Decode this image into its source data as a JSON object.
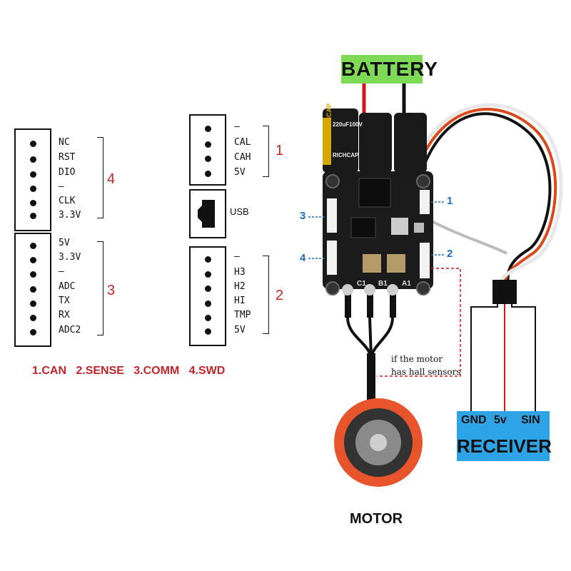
{
  "swd_header": {
    "number": "4",
    "pins": [
      "NC",
      "RST",
      "DIO",
      "–",
      "CLK",
      "3.3V"
    ]
  },
  "comm_header": {
    "number": "3",
    "pins": [
      "5V",
      "3.3V",
      "–",
      "ADC",
      "TX",
      "RX",
      "ADC2"
    ]
  },
  "can_header": {
    "number": "1",
    "pins": [
      "–",
      "CAL",
      "CAH",
      "5V"
    ]
  },
  "usb_label": "USB",
  "sense_header": {
    "number": "2",
    "pins": [
      "–",
      "H3",
      "H2",
      "HI",
      "TMP",
      "5V"
    ]
  },
  "legend": "1.CAN   2.SENSE   3.COMM   4.SWD",
  "battery_label": "BATTERY",
  "receiver": {
    "title": "RECEIVER",
    "pins": [
      "GND",
      "5v",
      "SIN"
    ]
  },
  "motor_label": "MOTOR",
  "hall_note": [
    "if the motor",
    "has hall sensors"
  ],
  "board_markers": {
    "left_top": "3",
    "left_bottom": "4",
    "right_top": "1",
    "right_bottom": "2"
  },
  "capacitor_text": [
    "RICHCAP",
    "220uF100V",
    "RICHCAP"
  ],
  "phase_labels": [
    "C1",
    "B1",
    "A1"
  ],
  "colors": {
    "accent_red": "#c0262a",
    "accent_blue": "#1b6ec2",
    "battery_green": "#7ed957",
    "receiver_blue": "#2ea3e6",
    "motor_orange": "#e8542b"
  }
}
